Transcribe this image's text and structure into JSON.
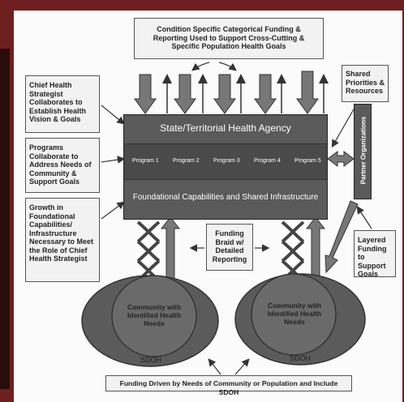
{
  "top_box": "Condition Specific Categorical Funding & Reporting Used to Support Cross-Cutting & Specific Population Health Goals",
  "left_boxes": [
    "Chief Health Strategist Collaborates to Establish Health Vision & Goals",
    "Programs Collaborate to Address Needs of Community & Support Goals",
    "Growth in Foundational Capabilities/ Infrastructure Necessary to Meet the Role of Chief Health Strategist"
  ],
  "agency": {
    "title": "State/Territorial Health Agency",
    "programs": [
      "Program 1",
      "Program 2",
      "Program 3",
      "Program 4",
      "Program 5"
    ],
    "foundation": "Foundational Capabilities and Shared Infrastructure"
  },
  "shared_box": "Shared Priorities & Resources",
  "partner_label": "Partner Organizations",
  "layered_box": "Layered Funding to Support Goals",
  "braid_box": "Funding Braid w/ Detailed Reporting",
  "communities": [
    {
      "label": "Community with Identified Health Needs",
      "sdoh": "SDOH"
    },
    {
      "label": "Community with Identified Health Needs",
      "sdoh": "SDOH"
    }
  ],
  "bottom_box": "Funding Driven by Needs of Community or Population and Include SDOH",
  "colors": {
    "frame": "#6e1f1f",
    "agency": "#5a5a5a",
    "agency_dark": "#3f3f3f",
    "community": "#5b5b5b"
  }
}
